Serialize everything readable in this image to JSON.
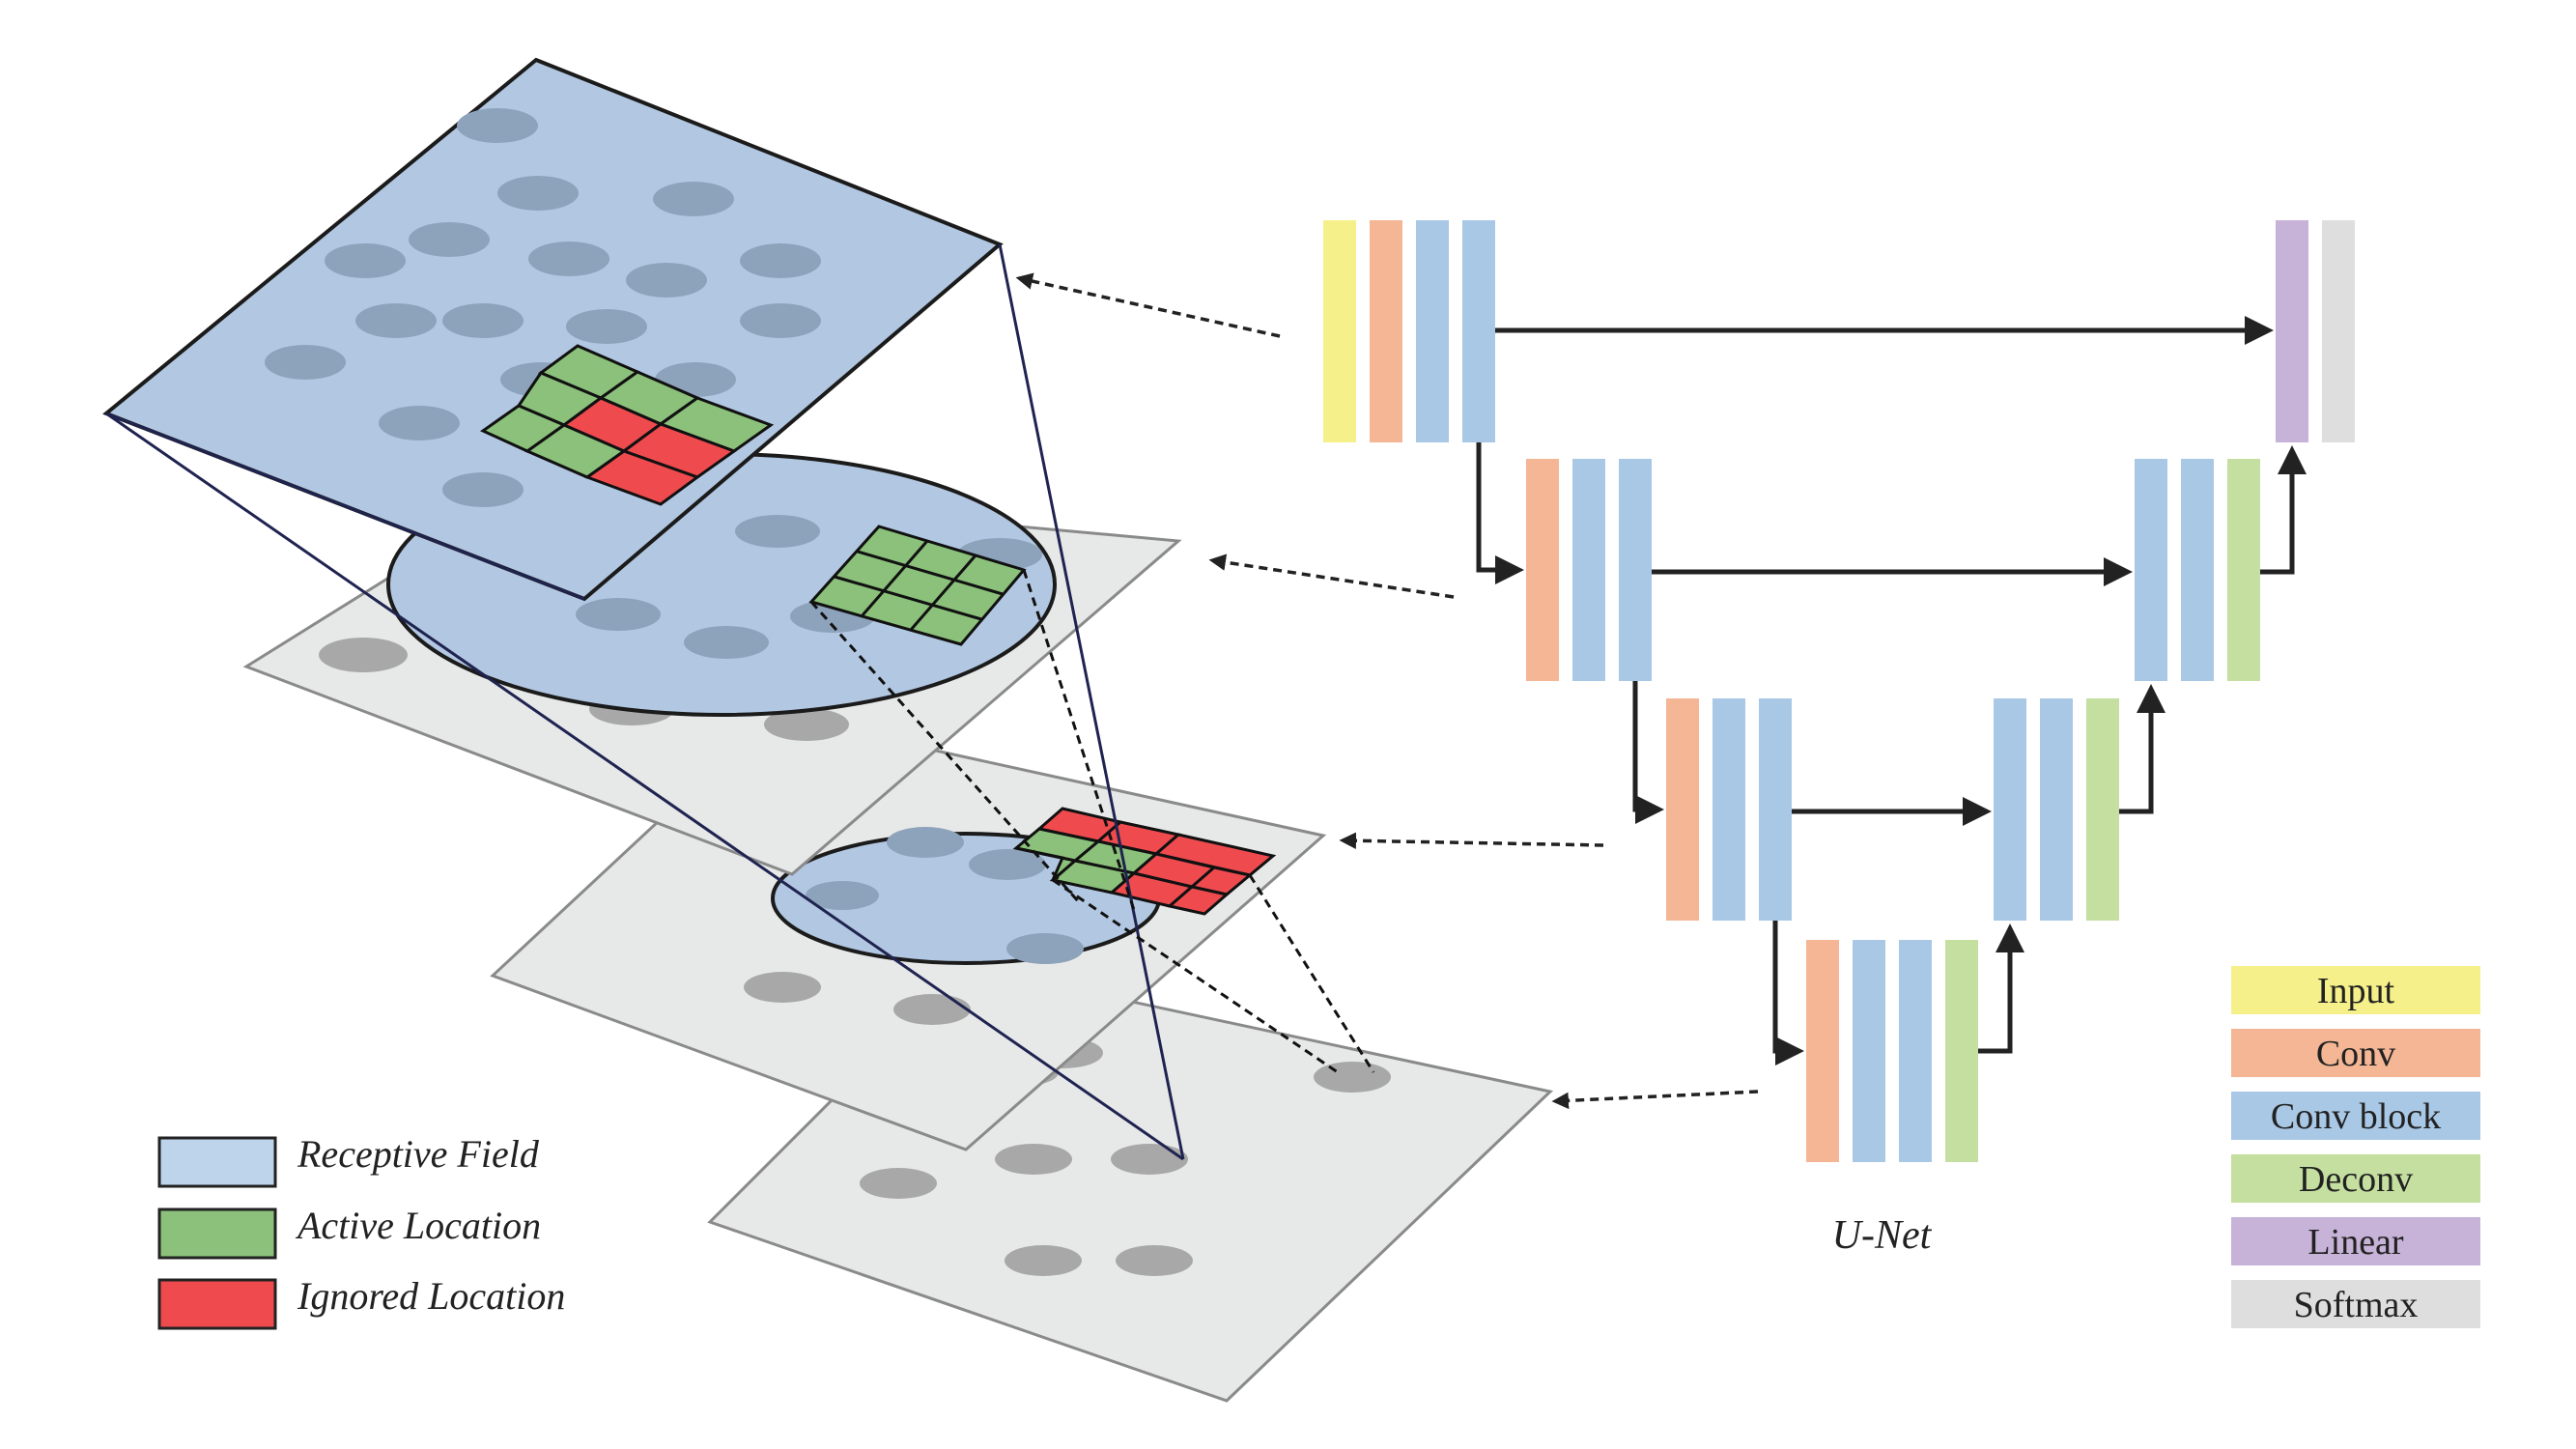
{
  "diagram": {
    "title": "U-Net",
    "legend_left": [
      {
        "label": "Receptive Field",
        "color": "#bdd4ea"
      },
      {
        "label": "Active Location",
        "color": "#8bc17a"
      },
      {
        "label": "Ignored Location",
        "color": "#ef4b4f"
      }
    ],
    "legend_right": [
      {
        "label": "Input",
        "color": "#f5f08a"
      },
      {
        "label": "Conv",
        "color": "#f4b694"
      },
      {
        "label": "Conv block",
        "color": "#a9c8e6"
      },
      {
        "label": "Deconv",
        "color": "#c4df9f"
      },
      {
        "label": "Linear",
        "color": "#c7b2d8"
      },
      {
        "label": "Softmax",
        "color": "#dedede"
      }
    ],
    "colors": {
      "layer_plane": "#e7e8e8",
      "top_plane": "#b2c7e1",
      "receptive_ellipse": "#b2c7e1",
      "dot": "#a8a8a8",
      "dot_on_blue": "#8da2bb",
      "navy_line": "#1f2350",
      "arrow": "#222222"
    }
  }
}
